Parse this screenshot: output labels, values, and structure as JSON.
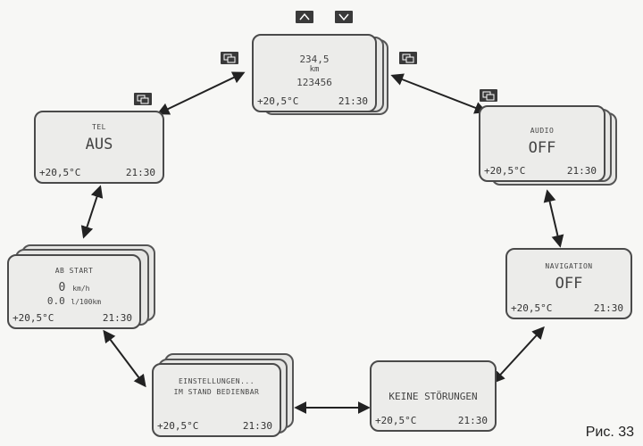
{
  "up_icon": "arrow-up-icon",
  "down_icon": "arrow-down-icon",
  "page_icon": "page-switch-icon",
  "trip": {
    "distance": "234,5",
    "unit": "km",
    "odometer": "123456",
    "temp": "+20,5°C",
    "time": "21:30"
  },
  "tel": {
    "label": "TEL",
    "value": "AUS",
    "temp": "+20,5°C",
    "time": "21:30"
  },
  "audio": {
    "label": "AUDIO",
    "value": "OFF",
    "temp": "+20,5°C",
    "time": "21:30"
  },
  "navigation": {
    "label": "NAVIGATION",
    "value": "OFF",
    "temp": "+20,5°C",
    "time": "21:30"
  },
  "ab_start": {
    "label": "AB START",
    "speed": "0",
    "speed_unit": "km/h",
    "consumption": "0.0",
    "consumption_unit": "l/100km",
    "temp": "+20,5°C",
    "time": "21:30"
  },
  "einstellungen": {
    "line1": "EINSTELLUNGEN...",
    "line2": "IM STAND BEDIENBAR",
    "temp": "+20,5°C",
    "time": "21:30"
  },
  "stoerungen": {
    "value": "KEINE STÖRUNGEN",
    "temp": "+20,5°C",
    "time": "21:30"
  },
  "figure_label": "Рис. 33"
}
